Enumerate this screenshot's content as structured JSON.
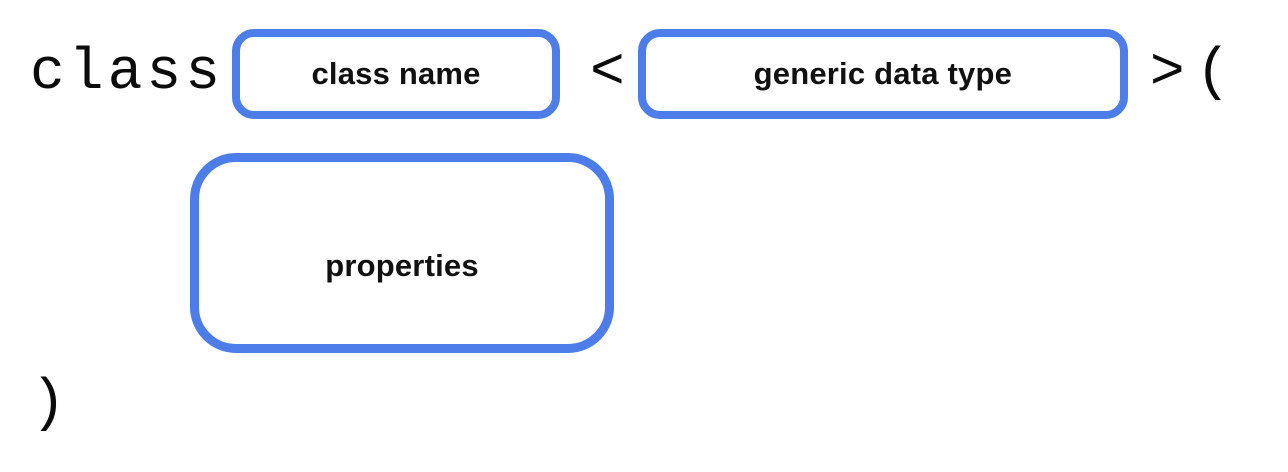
{
  "diagram": {
    "description": "class declaration syntax diagram",
    "keyword": "class",
    "symbols": {
      "lt": "<",
      "gt": ">",
      "open_paren": "(",
      "close_paren": ")"
    },
    "boxes": {
      "class_name": "class name",
      "generic_type": "generic data type",
      "properties": "properties"
    },
    "colors": {
      "box_border": "#4d7de8",
      "text": "#0b0b0b",
      "background": "#ffffff"
    }
  }
}
